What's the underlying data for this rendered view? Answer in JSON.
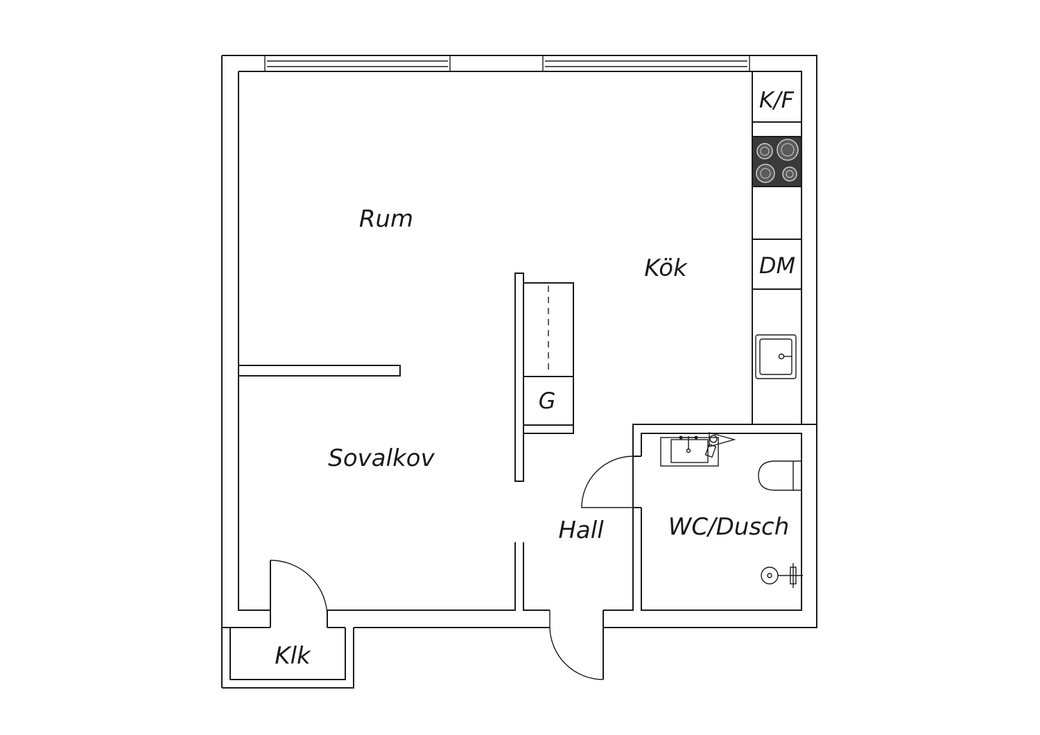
{
  "rooms": {
    "rum": "Rum",
    "kok": "Kök",
    "sovalkov": "Sovalkov",
    "hall": "Hall",
    "wc_dusch": "WC/Dusch",
    "klk": "Klk"
  },
  "fixtures": {
    "fridge_freezer": "K/F",
    "dishwasher": "DM",
    "wardrobe": "G"
  },
  "colors": {
    "line": "#1a1a1a",
    "stove": "#3a3a3a",
    "background": "#ffffff"
  }
}
